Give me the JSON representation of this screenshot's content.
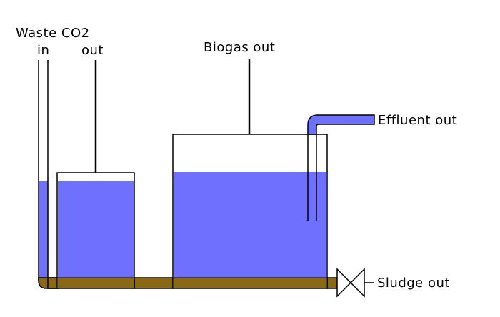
{
  "labels": {
    "waste_co2": "Waste CO2",
    "in": "in",
    "out": "out",
    "biogas_out": "Biogas out",
    "effluent_out": "Effluent out",
    "sludge_out": "Sludge out"
  },
  "colors": {
    "liquid": "#7070ff",
    "sludge": "#8b6914",
    "stroke": "#000000",
    "background": "#ffffff"
  }
}
